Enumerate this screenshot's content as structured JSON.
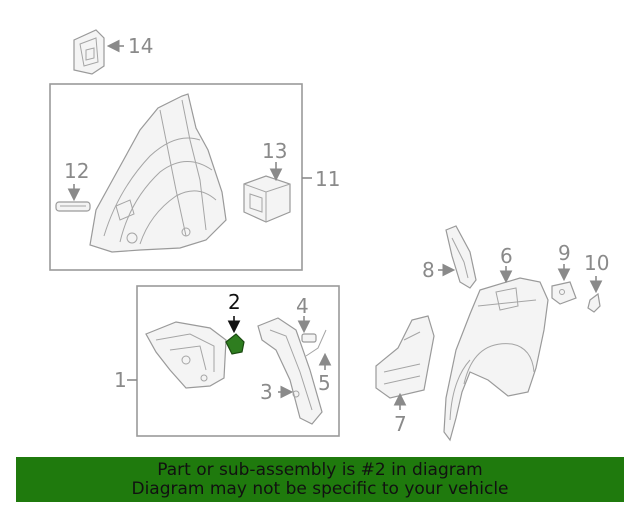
{
  "diagram": {
    "callouts": {
      "c1": "1",
      "c2": "2",
      "c3": "3",
      "c4": "4",
      "c5": "5",
      "c6": "6",
      "c7": "7",
      "c8": "8",
      "c9": "9",
      "c10": "10",
      "c11": "11",
      "c12": "12",
      "c13": "13",
      "c14": "14"
    },
    "highlighted_part": "2",
    "highlight_color": "#2e7d1f",
    "callout_color": "#8a8a8a",
    "active_callout_color": "#111111"
  },
  "footer": {
    "line1": "Part or sub-assembly is #2 in diagram",
    "line2": "Diagram may not be specific to your vehicle",
    "background": "#1f7a0d"
  }
}
